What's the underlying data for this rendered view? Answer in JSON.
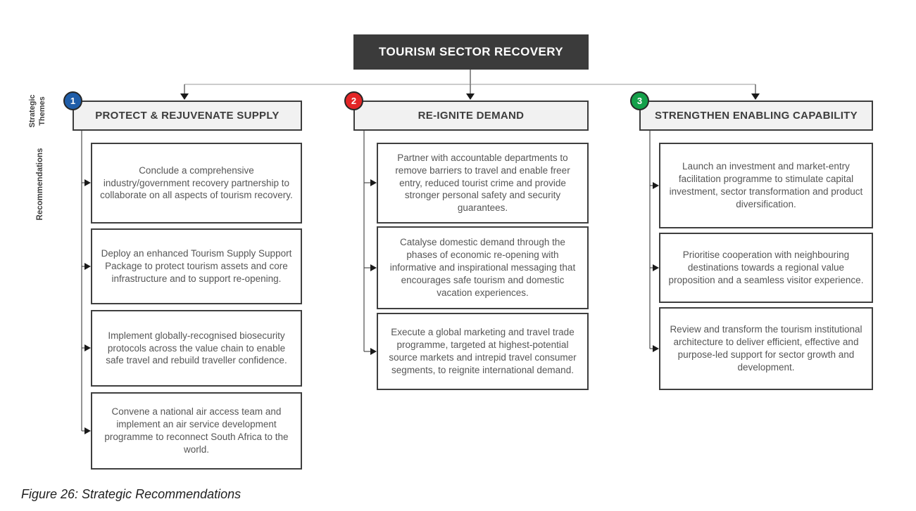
{
  "title": "TOURISM SECTOR RECOVERY",
  "caption": "Figure 26: Strategic Recommendations",
  "side_labels": {
    "themes": "Strategic Themes",
    "recommendations": "Recommendations"
  },
  "colors": {
    "root_box_bg": "#3b3b3b",
    "header_bg": "#f1f1f1",
    "border_dark": "#3c3c3c",
    "badge_blue": "#1f5da8",
    "badge_red": "#e32526",
    "badge_green": "#14a04a"
  },
  "columns": [
    {
      "number": "1",
      "badge_color": "#1f5da8",
      "title": "PROTECT & REJUVENATE SUPPLY",
      "recommendations": [
        "Conclude a comprehensive industry/government recovery partnership to collaborate on all aspects of tourism recovery.",
        "Deploy an enhanced Tourism Supply Support Package to protect tourism assets and core infrastructure and to support re-opening.",
        "Implement globally-recognised biosecurity protocols across the value chain to enable safe travel and rebuild traveller confidence.",
        "Convene a national air access team and implement an air service development programme to reconnect South Africa to the world."
      ]
    },
    {
      "number": "2",
      "badge_color": "#e32526",
      "title": "RE-IGNITE DEMAND",
      "recommendations": [
        "Partner with accountable departments to remove barriers to travel and enable freer entry, reduced tourist crime and provide stronger personal safety and security guarantees.",
        "Catalyse domestic demand through the phases of economic re-opening with informative and inspirational messaging that encourages safe tourism and domestic vacation experiences.",
        "Execute a global marketing and travel trade programme, targeted at highest-potential source markets and intrepid travel consumer segments, to reignite international demand."
      ]
    },
    {
      "number": "3",
      "badge_color": "#14a04a",
      "title": "STRENGTHEN ENABLING CAPABILITY",
      "recommendations": [
        "Launch an investment and market-entry facilitation programme to stimulate capital investment, sector transformation and product diversification.",
        "Prioritise cooperation with neighbouring destinations towards a regional value proposition and a seamless visitor experience.",
        "Review and transform the tourism institutional architecture to deliver efficient, effective and purpose-led support for sector growth and development."
      ]
    }
  ]
}
